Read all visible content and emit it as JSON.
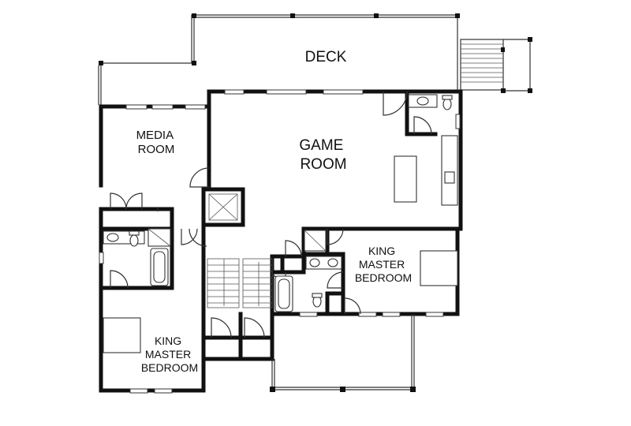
{
  "rooms": {
    "deck": "DECK",
    "media": [
      "MEDIA",
      "ROOM"
    ],
    "game": [
      "GAME",
      "ROOM"
    ],
    "king_right": [
      "KING",
      "MASTER",
      "BEDROOM"
    ],
    "king_left": [
      "KING",
      "MASTER",
      "BEDROOM"
    ]
  },
  "icons": [
    "door-swing-icon",
    "stair-icon",
    "toilet-icon",
    "sink-icon",
    "bathtub-icon",
    "bed-icon",
    "shower-icon",
    "elevator-icon"
  ]
}
